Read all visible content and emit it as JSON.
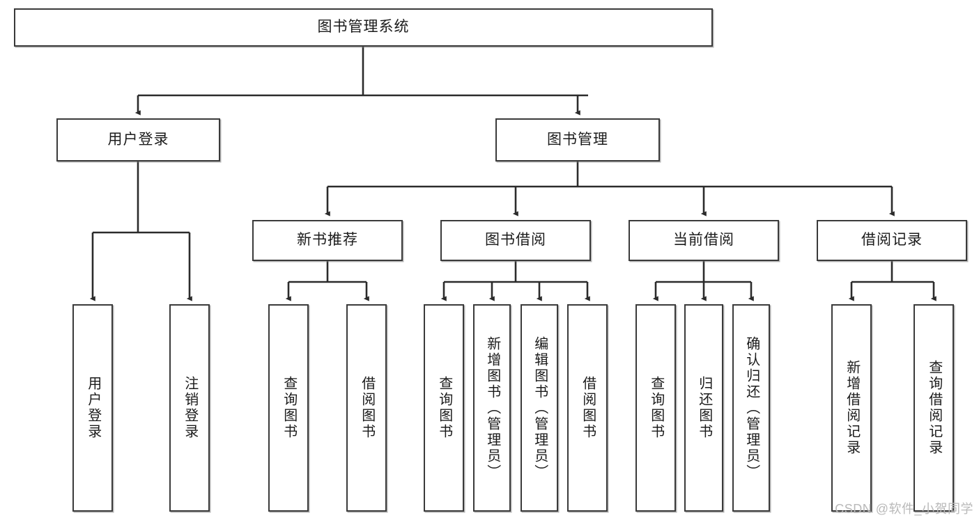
{
  "diagram": {
    "type": "tree-hierarchy",
    "title": "图书管理系统",
    "watermark": "CSDN @软件_小贺同学",
    "colors": {
      "box_border": "#3a3a3a",
      "box_fill": "#ffffff",
      "connector": "#2b2b2b",
      "text": "#1b1b1b",
      "watermark": "#b9b9b9",
      "background": "#ffffff"
    },
    "levels": [
      {
        "level": 1,
        "nodes": [
          {
            "id": "root",
            "label": "图书管理系统",
            "orientation": "horizontal"
          }
        ]
      },
      {
        "level": 2,
        "nodes": [
          {
            "id": "login",
            "label": "用户登录",
            "orientation": "horizontal",
            "parent": "root"
          },
          {
            "id": "bookmgmt",
            "label": "图书管理",
            "orientation": "horizontal",
            "parent": "root"
          }
        ]
      },
      {
        "level": 3,
        "nodes": [
          {
            "id": "newbook",
            "label": "新书推荐",
            "orientation": "horizontal",
            "parent": "bookmgmt"
          },
          {
            "id": "borrow",
            "label": "图书借阅",
            "orientation": "horizontal",
            "parent": "bookmgmt"
          },
          {
            "id": "current",
            "label": "当前借阅",
            "orientation": "horizontal",
            "parent": "bookmgmt"
          },
          {
            "id": "records",
            "label": "借阅记录",
            "orientation": "horizontal",
            "parent": "bookmgmt"
          }
        ]
      },
      {
        "level": 4,
        "nodes": [
          {
            "id": "leaf1",
            "label": "用户登录",
            "orientation": "vertical",
            "parent": "login"
          },
          {
            "id": "leaf2",
            "label": "注销登录",
            "orientation": "vertical",
            "parent": "login"
          },
          {
            "id": "leaf3",
            "label": "查询图书",
            "orientation": "vertical",
            "parent": "newbook"
          },
          {
            "id": "leaf4",
            "label": "借阅图书",
            "orientation": "vertical",
            "parent": "newbook"
          },
          {
            "id": "leaf5",
            "label": "查询图书",
            "orientation": "vertical",
            "parent": "borrow"
          },
          {
            "id": "leaf6",
            "label": "新增图书（管理员）",
            "orientation": "vertical",
            "parent": "borrow"
          },
          {
            "id": "leaf7",
            "label": "编辑图书（管理员）",
            "orientation": "vertical",
            "parent": "borrow"
          },
          {
            "id": "leaf8",
            "label": "借阅图书",
            "orientation": "vertical",
            "parent": "borrow"
          },
          {
            "id": "leaf9",
            "label": "查询图书",
            "orientation": "vertical",
            "parent": "current"
          },
          {
            "id": "leaf10",
            "label": "归还图书",
            "orientation": "vertical",
            "parent": "current"
          },
          {
            "id": "leaf11",
            "label": "确认归还（管理员）",
            "orientation": "vertical",
            "parent": "current"
          },
          {
            "id": "leaf12",
            "label": "新增借阅记录",
            "orientation": "vertical",
            "parent": "records"
          },
          {
            "id": "leaf13",
            "label": "查询借阅记录",
            "orientation": "vertical",
            "parent": "records"
          }
        ]
      }
    ],
    "edges": [
      {
        "from": "root",
        "to": "login"
      },
      {
        "from": "root",
        "to": "bookmgmt"
      },
      {
        "from": "bookmgmt",
        "to": "newbook"
      },
      {
        "from": "bookmgmt",
        "to": "borrow"
      },
      {
        "from": "bookmgmt",
        "to": "current"
      },
      {
        "from": "bookmgmt",
        "to": "records"
      },
      {
        "from": "login",
        "to": "leaf1"
      },
      {
        "from": "login",
        "to": "leaf2"
      },
      {
        "from": "newbook",
        "to": "leaf3"
      },
      {
        "from": "newbook",
        "to": "leaf4"
      },
      {
        "from": "borrow",
        "to": "leaf5"
      },
      {
        "from": "borrow",
        "to": "leaf6"
      },
      {
        "from": "borrow",
        "to": "leaf7"
      },
      {
        "from": "borrow",
        "to": "leaf8"
      },
      {
        "from": "current",
        "to": "leaf9"
      },
      {
        "from": "current",
        "to": "leaf10"
      },
      {
        "from": "current",
        "to": "leaf11"
      },
      {
        "from": "records",
        "to": "leaf12"
      },
      {
        "from": "records",
        "to": "leaf13"
      }
    ]
  }
}
